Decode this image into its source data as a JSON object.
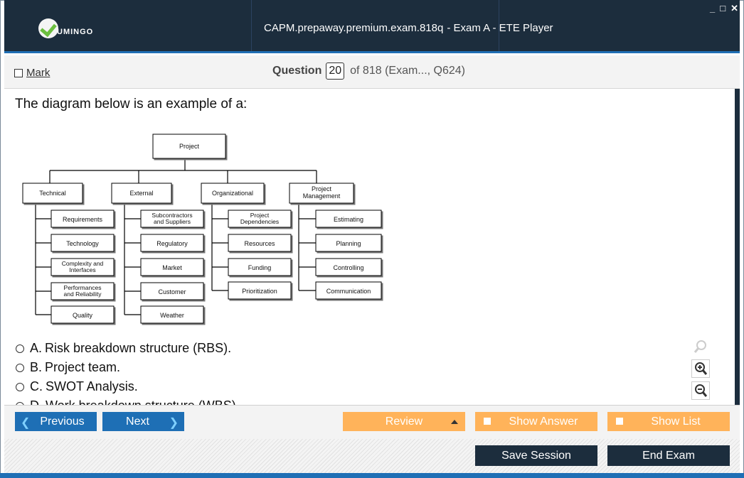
{
  "app": {
    "logo_text": "UMINGO",
    "title": "CAPM.prepaway.premium.exam.818q",
    "title_suffix": "- Exam A - ETE Player",
    "window_controls": [
      "_",
      "□",
      "✕"
    ]
  },
  "markbar": {
    "mark_label": "Mark",
    "question_label": "Question",
    "question_number": "20",
    "question_of": "of 818 (Exam..., Q624)"
  },
  "question": {
    "text": "The diagram below is an example of a:"
  },
  "diagram": {
    "root": "Project",
    "level1": [
      "Technical",
      "External",
      "Organizational",
      "Project Management"
    ],
    "children": {
      "technical": [
        "Requirements",
        "Technology",
        "Complexity and Interfaces",
        "Performances and Reliability",
        "Quality"
      ],
      "external": [
        "Subcontractors and Suppliers",
        "Regulatory",
        "Market",
        "Customer",
        "Weather"
      ],
      "organizational": [
        "Project Dependencies",
        "Resources",
        "Funding",
        "Prioritization"
      ],
      "project_management": [
        "Estimating",
        "Planning",
        "Controlling",
        "Communication"
      ]
    }
  },
  "answers": [
    {
      "letter": "A.",
      "text": "Risk breakdown structure (RBS)."
    },
    {
      "letter": "B.",
      "text": "Project team."
    },
    {
      "letter": "C.",
      "text": "SWOT Analysis."
    },
    {
      "letter": "D.",
      "text": "Work breakdown structure (WBS)."
    }
  ],
  "buttons": {
    "previous": "Previous",
    "next": "Next",
    "review": "Review",
    "show_answer": "Show Answer",
    "show_list": "Show List",
    "save_session": "Save Session",
    "end_exam": "End Exam"
  },
  "icons": {
    "zoom_reset": "magnifier-icon",
    "zoom_in": "zoom-in-icon",
    "zoom_out": "zoom-out-icon"
  },
  "colors": {
    "titlebar": "#1c2d3d",
    "accent_blue": "#1e6fb5",
    "orange": "#ffb35a",
    "dark_button": "#1c2d3d"
  }
}
